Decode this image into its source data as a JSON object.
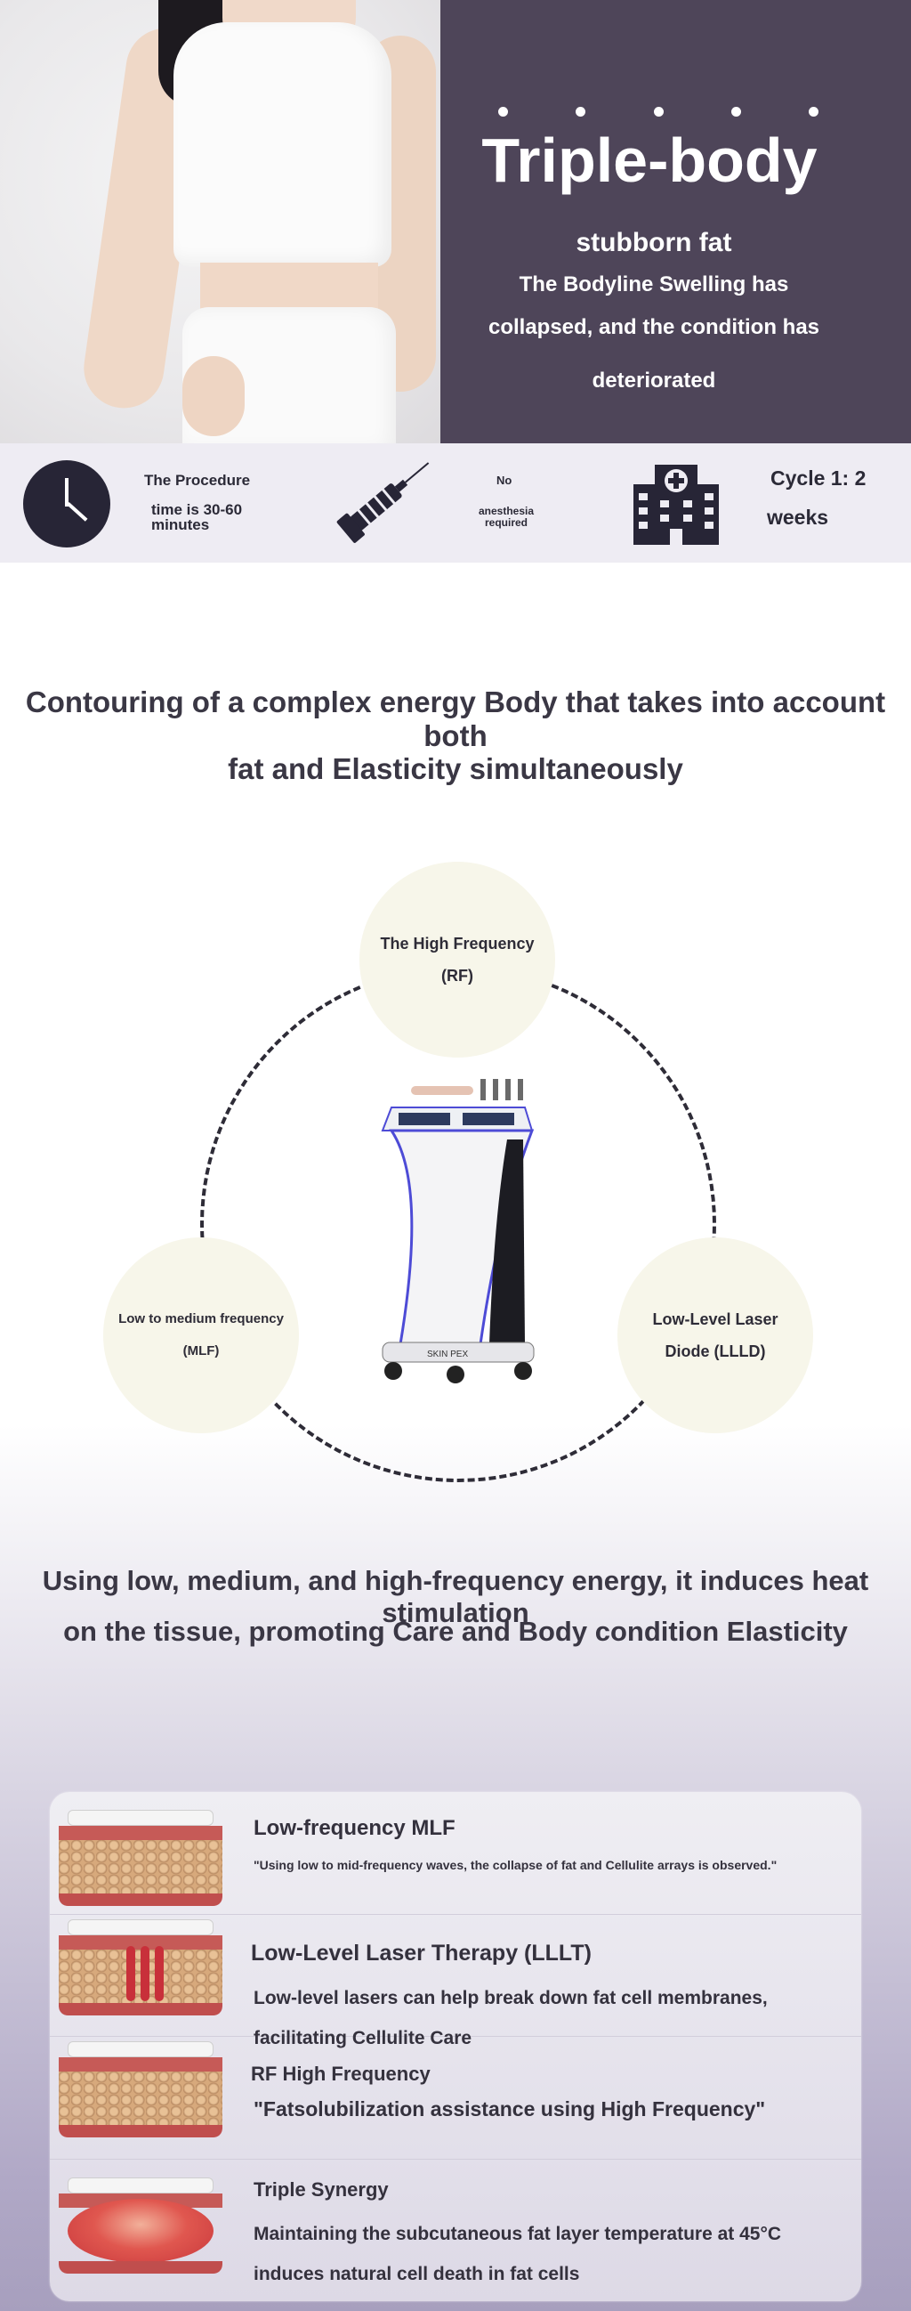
{
  "hero": {
    "title": "Triple-body",
    "subtitle": "stubborn fat",
    "body_lines": [
      "The Bodyline Swelling has",
      "collapsed, and the condition has",
      "deteriorated"
    ]
  },
  "info_bar": {
    "procedure_label": "The Procedure",
    "procedure_time": "time is 30-60 minutes",
    "anesthesia_no": "No",
    "anesthesia_text": "anesthesia required",
    "cycle_line1": "Cycle 1: 2",
    "cycle_line2": "weeks",
    "icons": [
      "clock-icon",
      "syringe-icon",
      "hospital-icon"
    ]
  },
  "section1": {
    "heading_line1": "Contouring of a complex energy Body that takes into account both",
    "heading_line2": "fat and Elasticity simultaneously"
  },
  "diagram": {
    "rf_line1": "The High Frequency",
    "rf_line2": "(RF)",
    "mlf_line1": "Low to medium frequency",
    "mlf_line2": "(MLF)",
    "llld_line1": "Low-Level Laser",
    "llld_line2": "Diode (LLLD)"
  },
  "section2": {
    "heading_line1": "Using low, medium, and high-frequency energy, it induces heat stimulation",
    "heading_line2": "on the tissue, promoting Care and Body condition Elasticity"
  },
  "features": [
    {
      "title": "Low-frequency MLF",
      "text": "\"Using low to mid-frequency waves, the collapse of fat and Cellulite arrays is observed.\""
    },
    {
      "title": "Low-Level Laser Therapy (LLLT)",
      "text": "Low-level lasers can help break down fat cell membranes, facilitating Cellulite Care"
    },
    {
      "title": "RF High Frequency",
      "text": "\"Fatsolubilization assistance using High Frequency\""
    },
    {
      "title": "Triple Synergy",
      "text": "Maintaining the subcutaneous fat layer temperature at 45°C induces natural cell death in fat cells"
    }
  ],
  "colors": {
    "hero_panel": "#4e4559",
    "info_bar": "#eeecf3",
    "circle_fill": "#f7f6ea",
    "dark_text": "#2f2d3a"
  }
}
